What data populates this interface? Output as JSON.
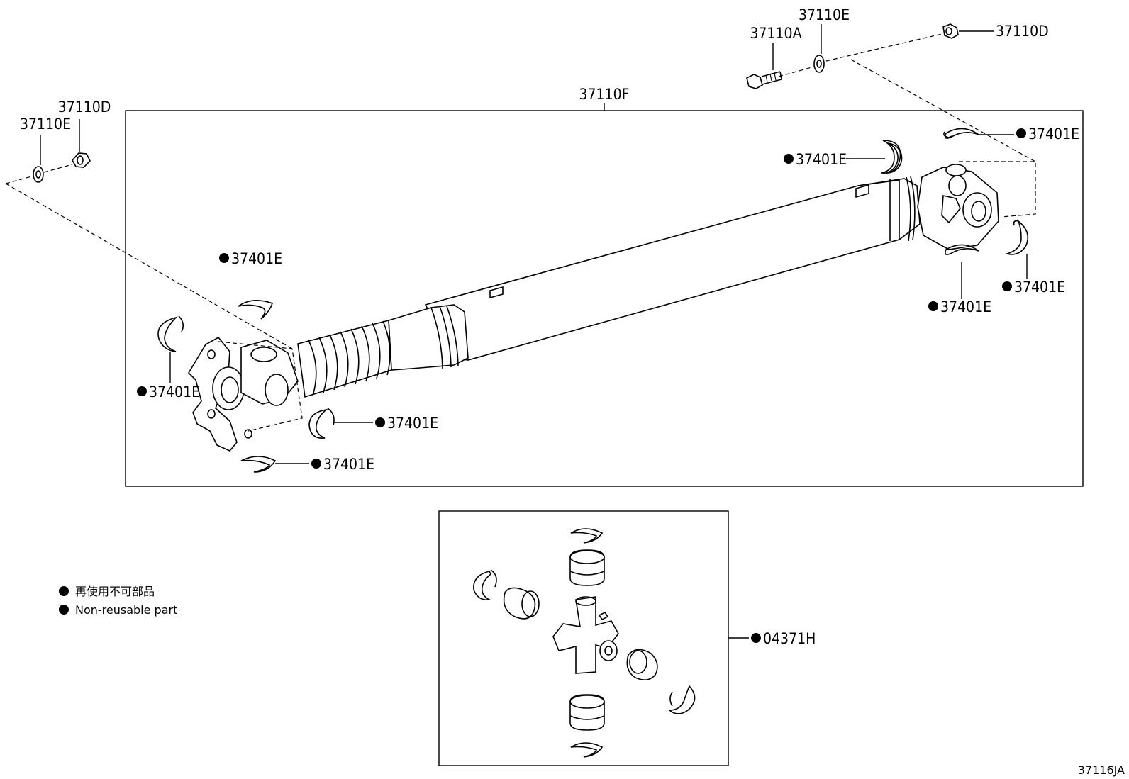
{
  "callouts": {
    "c1": "37110E",
    "c2": "37110A",
    "c3": "37110D",
    "c4": "37110F",
    "c5": "37110D",
    "c6": "37110E",
    "c7": "37401E",
    "c8": "37401E",
    "c9": "37401E",
    "c10": "37401E",
    "c11": "37401E",
    "c12": "37401E",
    "c13": "37401E",
    "c14": "37401E",
    "c15": "04371H"
  },
  "legend": {
    "line1": "再使用不可部品",
    "line2": "Non-reusable part"
  },
  "reference": "37116JA"
}
